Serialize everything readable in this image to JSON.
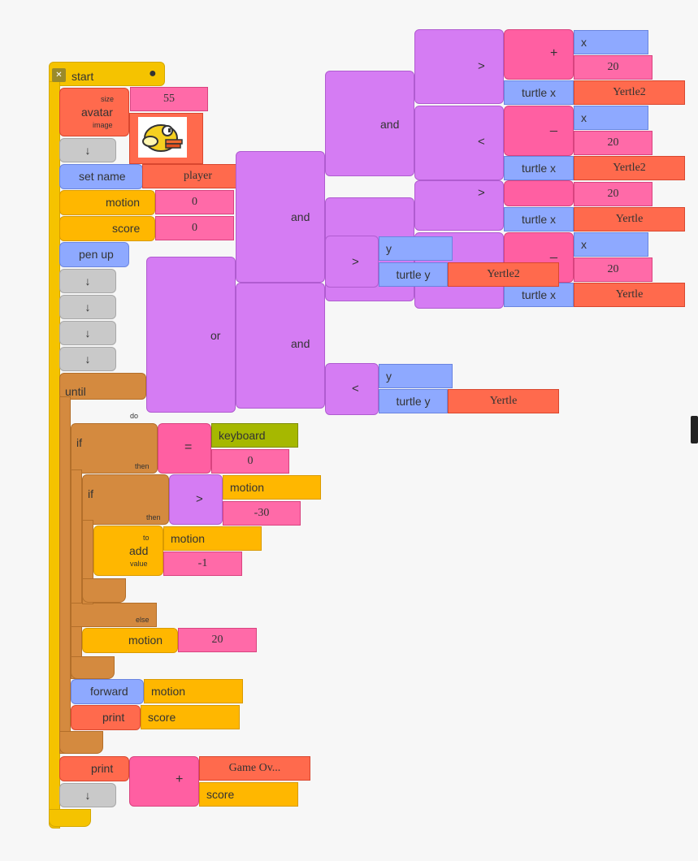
{
  "start": {
    "label": "start"
  },
  "avatar": {
    "label": "avatar",
    "size_label": "size",
    "image_label": "image",
    "size_value": "55"
  },
  "set_name": {
    "label": "set name",
    "value": "player"
  },
  "motion_init": {
    "label": "motion",
    "value": "0"
  },
  "score_init": {
    "label": "score",
    "value": "0"
  },
  "pen_up": {
    "label": "pen up"
  },
  "arrow": "↓",
  "until": {
    "label": "until",
    "do_label": "do"
  },
  "cond": {
    "or": "or",
    "and": "and",
    "gt": ">",
    "lt": "<",
    "plus": "+",
    "minus": "_",
    "x": "x",
    "y": "y",
    "turtle_x": "turtle x",
    "turtle_y": "turtle y",
    "twenty": "20",
    "yertle": "Yertle",
    "yertle2": "Yertle2"
  },
  "if1": {
    "label": "if",
    "then_label": "then",
    "eq": "=",
    "keyboard": "keyboard",
    "value": "0"
  },
  "if2": {
    "label": "if",
    "then_label": "then",
    "else_label": "else",
    "gt": ">",
    "var": "motion",
    "value": "-30"
  },
  "add": {
    "label": "add",
    "to_label": "to",
    "value_label": "value",
    "var": "motion",
    "value": "-1"
  },
  "motion_set": {
    "label": "motion",
    "value": "20"
  },
  "forward": {
    "label": "forward",
    "value": "motion"
  },
  "print1": {
    "label": "print",
    "value": "score"
  },
  "print2": {
    "label": "print",
    "plus": "+",
    "text": "Game Ov...",
    "var": "score"
  }
}
